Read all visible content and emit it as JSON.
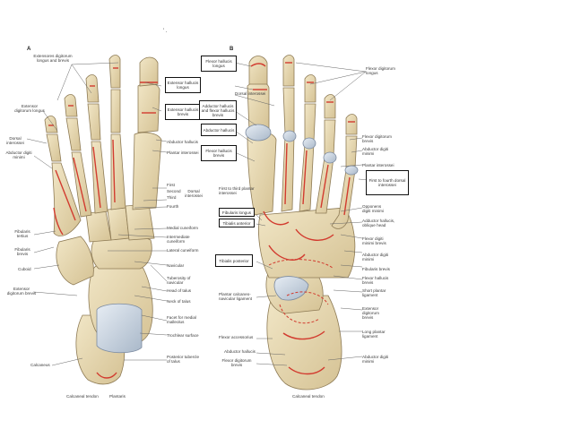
{
  "panels": {
    "left": "A",
    "right": "B",
    "top_mark": "' ."
  },
  "left_labels": {
    "ext_dig_long_brevis": "Extensores digitorum longus and brevis",
    "ext_dig_longus": "Extensor digitorum longus",
    "dorsal_interossei": "Dorsal interossei",
    "abductor_digiti_minimi": "Abductor digiti minimi",
    "fibularis_tertius": "Fibularis tertius",
    "fibularis_brevis": "Fibularis brevis",
    "cuboid": "Cuboid",
    "ext_dig_brevis": "Extensor digitorum brevis",
    "calcaneus": "Calcaneus",
    "calcaneal_tendon": "Calcaneal tendon",
    "plantaris": "Plantaris",
    "abductor_hallucis": "Abductor hallucis",
    "plantar_interossei": "Plantar interossei",
    "first": "First",
    "second": "Second",
    "third": "Third",
    "fourth": "Fourth",
    "dorsal_interossei_group": "Dorsal interossei",
    "medial_cuneiform": "Medial cuneiform",
    "intermediate_cuneiform": "Intermediate cuneiform",
    "lateral_cuneiform": "Lateral cuneiform",
    "navicular": "Navicular",
    "tuberosity_navicular": "Tuberosity of navicular",
    "head_talus": "Head of talus",
    "neck_talus": "Neck of talus",
    "facet_medial_malleolus": "Facet for medial malleolus",
    "trochlear_surface": "Trochlear surface",
    "posterior_tubercle": "Posterior tubercle of talus"
  },
  "left_boxes": {
    "ext_hallucis_longus": "Extensor hallucis longus",
    "ext_hallucis_brevis": "Extensor hallucis brevis"
  },
  "right_boxes": {
    "flexor_hallucis_longus": "Flexor hallucis longus",
    "abductor_flexor_hallucis_brevis": "Adductor hallucis and flexor hallucis brevis",
    "abductor_hallucis": "Abductor hallucis",
    "flexor_hallucis_brevis": "Flexor hallucis brevis",
    "fibularis_longus": "Fibularis longus",
    "tibialis_anterior": "Tibialis anterior",
    "tibialis_posterior": "Tibialis posterior",
    "first_to_fourth_dorsal": "First to fourth dorsal interossei"
  },
  "right_labels": {
    "dorsal_interossei": "Dorsal interossei",
    "first_third_plantar": "First to third plantar interossei",
    "plantar_calcaneonavicular": "Plantar calcaneo-navicular ligament",
    "flexor_accessorius": "Flexor accessorius",
    "abductor_hallucis": "Abductor hallucis",
    "flexor_digitorum_brevis": "Flexor digitorum brevis",
    "calcaneal_tendon": "Calcaneal tendon",
    "flexor_dig_longus": "Flexor digitorum longus",
    "flexor_dig_brevis": "Flexor digitorum brevis",
    "abductor_digiti_minimi": "Abductor digiti minimi",
    "plantar_interossei": "Plantar interossei",
    "opponens": "Opponens digiti minimi",
    "adductor_oblique": "Adductor hallucis, oblique head",
    "flexor_digiti_minimi_brevis": "Flexor digiti minimi brevis",
    "abductor_digiti_minimi_2": "Abductor digiti minimi",
    "fibularis_brevis": "Fibularis brevis",
    "flexor_hallucis_brevis": "Flexor hallucis brevis",
    "short_plantar": "Short plantar ligament",
    "ext_dig_brevis": "Extensor digitorum brevis",
    "long_plantar": "Long plantar ligament",
    "abductor_digiti_minimi_3": "Abductor digiti minimi"
  },
  "colors": {
    "bone": "#e9dcb8",
    "bone_shadow": "#b9a57a",
    "muscle": "#d23b2f",
    "cartilage": "#c8d4e2"
  }
}
